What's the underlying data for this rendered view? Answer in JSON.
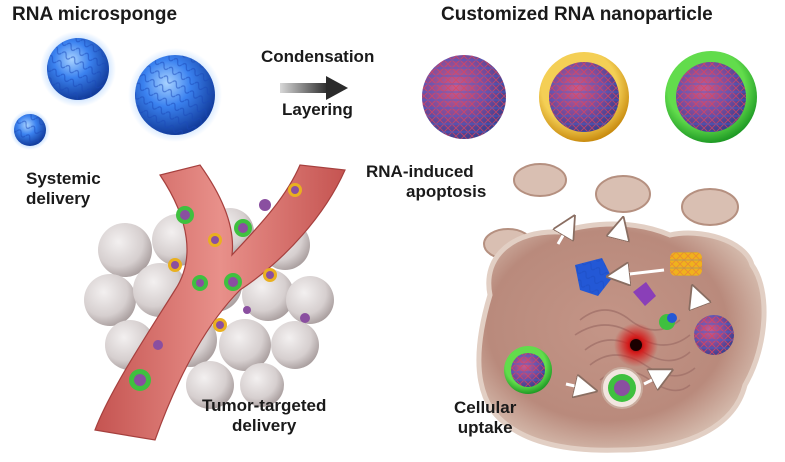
{
  "labels": {
    "rna_microsponge": "RNA microsponge",
    "customized_nanoparticle": "Customized RNA nanoparticle",
    "condensation": "Condensation",
    "layering": "Layering",
    "systemic_delivery": [
      "Systemic",
      "delivery"
    ],
    "rna_induced_apoptosis": [
      "RNA-induced",
      "apoptosis"
    ],
    "tumor_targeted_delivery": [
      "Tumor-targeted",
      "delivery"
    ],
    "cellular_uptake": [
      "Cellular",
      "uptake"
    ]
  },
  "colors": {
    "microsponge_blue": "#2f6fe0",
    "nanoparticle_red": "#d6455a",
    "nanoparticle_core_blue": "#4c6fd0",
    "layer_yellow": "#e9b020",
    "layer_green": "#37c03c",
    "vessel": "#d86d6b",
    "tumor_cell": "#dcd6d6",
    "cell_body": "#c9a395",
    "nucleus_red": "#d42020"
  },
  "nanoparticle_variants": [
    "plain",
    "yellow-layer",
    "green-layer"
  ],
  "icons": [
    "process-arrow-icon",
    "pathway-arrow-icon"
  ]
}
